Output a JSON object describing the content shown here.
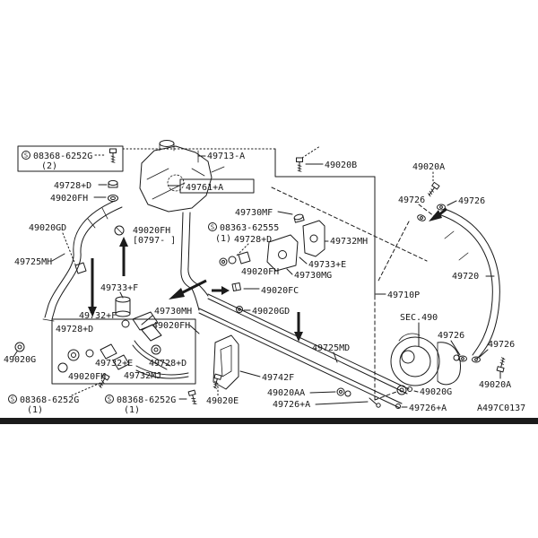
{
  "diagram": {
    "code": "A497C0137",
    "section_ref": "SEC.490",
    "screw_symbol": "S",
    "fasteners": {
      "top_left": {
        "number": "08368-6252G",
        "qty": "(2)"
      },
      "middle": {
        "number": "08363-62555",
        "qty": "(1)"
      },
      "bottom_left_1": {
        "number": "08368-6252G",
        "qty": "(1)"
      },
      "bottom_left_2": {
        "number": "08368-6252G",
        "qty": "(1)"
      }
    },
    "parts": {
      "clamp_top": "49728+D",
      "grommet_top": "49020FH",
      "tank": "49713-A",
      "tank_bracket": "49761+A",
      "clamp_mf": "49730MF",
      "clamp_mid": "49728+D",
      "bolt_b": "49020B",
      "bolt_a_top": "49020A",
      "eye_upper_left": "49726",
      "eye_upper_right": "49726",
      "bracket_mh": "49732MH",
      "connector_e": "49733+E",
      "bracket_mg": "49730MG",
      "grommet_mg": "49020FH",
      "clip_gd_left": "49020GD",
      "clip_fh": "49020FH",
      "clip_fh_date": "[0797-   ]",
      "hose_return": "49725MH",
      "clip_fc": "49020FC",
      "clip_gd_mid": "49020GD",
      "piping_assy": "49710P",
      "hose_pressure": "49720",
      "connector_f": "49733+F",
      "pipe_mh": "49730MH",
      "grommet_cluster": "49020FH",
      "tube_f": "49732+F",
      "clamp_cluster_left": "49728+D",
      "tube_e": "49732+E",
      "clamp_cluster_right": "49728+D",
      "grommet_lower": "49020FH",
      "tube_mj": "49732MJ",
      "washer_g_left": "49020G",
      "bolt_e": "49020E",
      "bracket_742": "49742F",
      "washer_aa": "49020AA",
      "stud_mid": "49726+A",
      "tube_md": "49725MD",
      "eye_pump_left": "49726",
      "eye_pump_right": "49726",
      "bolt_a_bottom": "49020A",
      "washer_g_bottom": "49020G",
      "stud_bottom": "49726+A"
    }
  }
}
